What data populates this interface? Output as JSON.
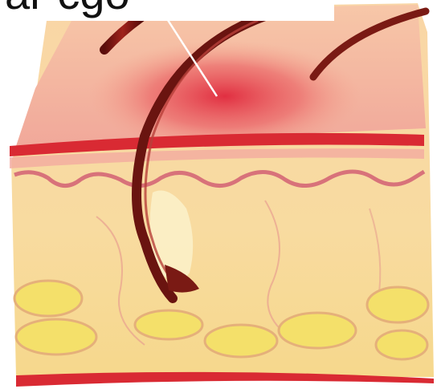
{
  "figure": {
    "label_text": "ar cgo",
    "colors": {
      "epidermis_pink": "#f2a6a0",
      "inflamed_red": "#e03040",
      "dermis_yellow": "#f6d68a",
      "fat_yellow": "#f2dc6a",
      "hair_dark": "#7a1a14",
      "leader_line": "#ffffff"
    },
    "icons": [
      "hair-shaft",
      "fat-lobule",
      "leader-line"
    ]
  }
}
